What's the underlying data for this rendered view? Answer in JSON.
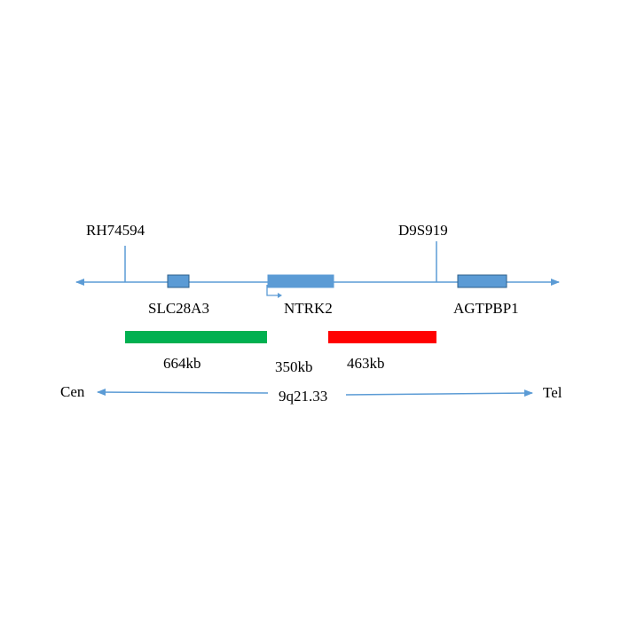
{
  "markers": [
    {
      "id": "rh74594",
      "label": "RH74594"
    },
    {
      "id": "d9s919",
      "label": "D9S919"
    }
  ],
  "genes": [
    {
      "id": "slc28a3",
      "label": "SLC28A3"
    },
    {
      "id": "ntrk2",
      "label": "NTRK2"
    },
    {
      "id": "agtpbp1",
      "label": "AGTPBP1"
    }
  ],
  "regions": [
    {
      "id": "green",
      "label": "664kb",
      "color": "#00b050"
    },
    {
      "id": "gap",
      "label": "350kb"
    },
    {
      "id": "red",
      "label": "463kb",
      "color": "#ff0000"
    }
  ],
  "axis": {
    "left": "Cen",
    "center": "9q21.33",
    "right": "Tel"
  },
  "colors": {
    "line": "#5b9bd5",
    "gene_fill": "#5b9bd5",
    "gene_stroke": "#2e5f8a"
  }
}
